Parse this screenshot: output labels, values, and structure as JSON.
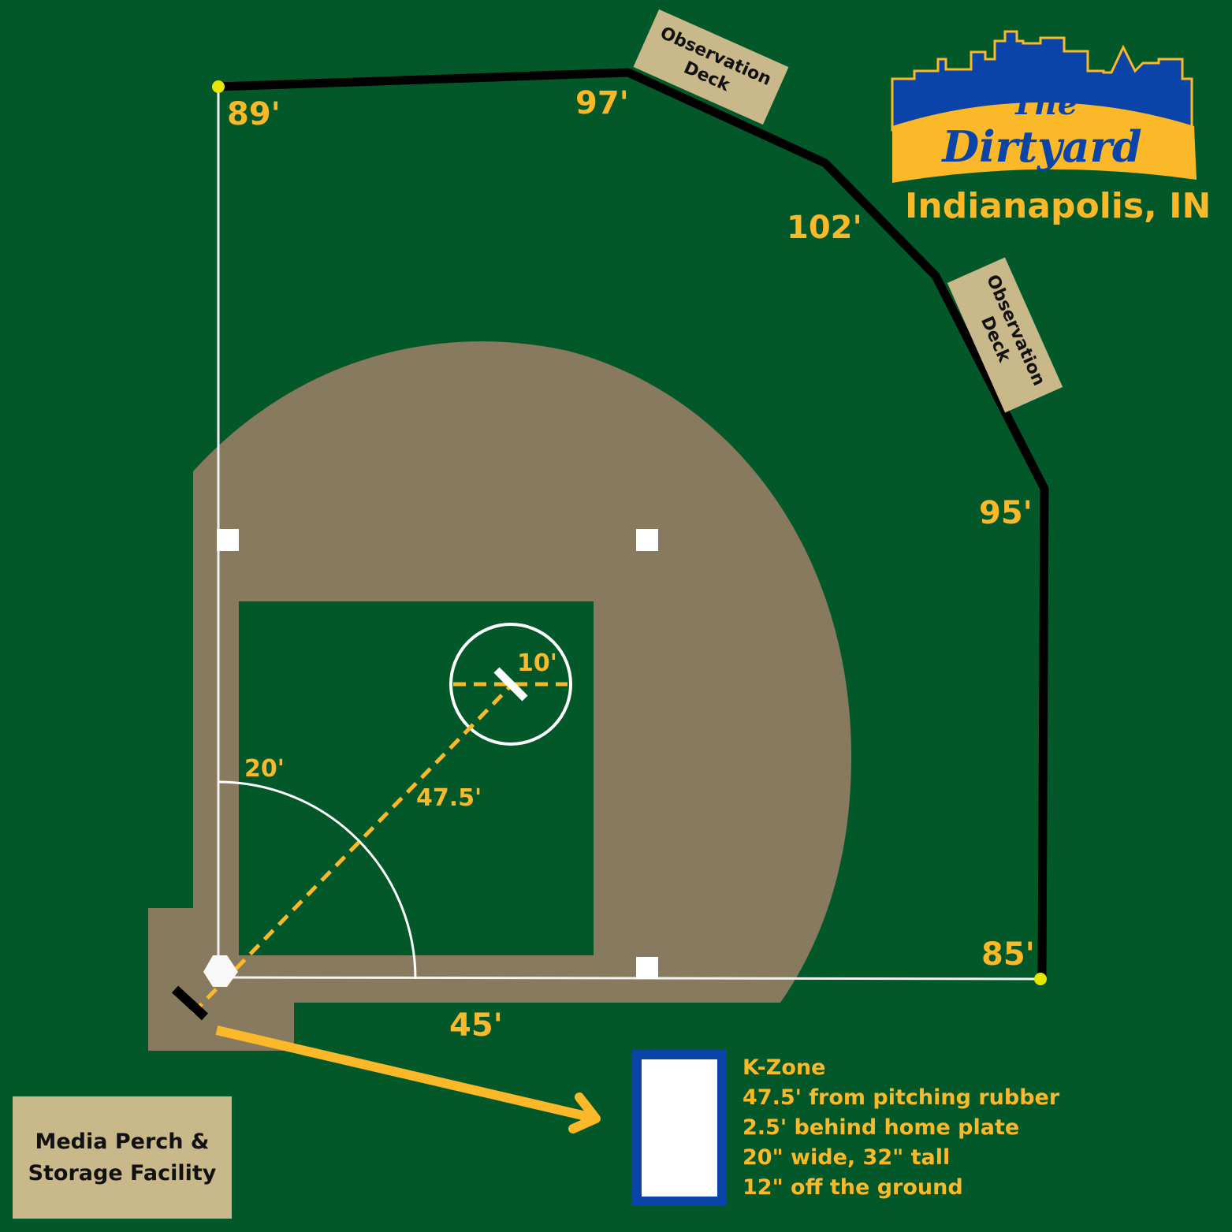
{
  "logo": {
    "line1": "The",
    "line2": "Dirtyard",
    "city": "Indianapolis, IN"
  },
  "fence_distances": {
    "left": "89'",
    "left_center": "97'",
    "center": "102'",
    "right_center": "95'",
    "right": "85'"
  },
  "decks": [
    "Observation Deck",
    "Observation Deck"
  ],
  "decks_lines": [
    [
      "Observation",
      "Deck"
    ],
    [
      "Observation",
      "Deck"
    ]
  ],
  "measurements": {
    "mound_diameter": "10'",
    "pitch_distance": "47.5'",
    "arc_radius": "20'",
    "base_distance": "45'"
  },
  "media": {
    "line1": "Media Perch &",
    "line2": "Storage Facility"
  },
  "kzone": {
    "lines": [
      "K-Zone",
      "47.5' from pitching rubber",
      "2.5' behind home plate",
      "20\" wide, 32\" tall",
      "12\" off the ground"
    ]
  },
  "colors": {
    "grass": "#03582a",
    "dirt": "#877a5e",
    "accent": "#fbb829",
    "deck": "#c8b88a",
    "blue": "#0a44a8"
  }
}
